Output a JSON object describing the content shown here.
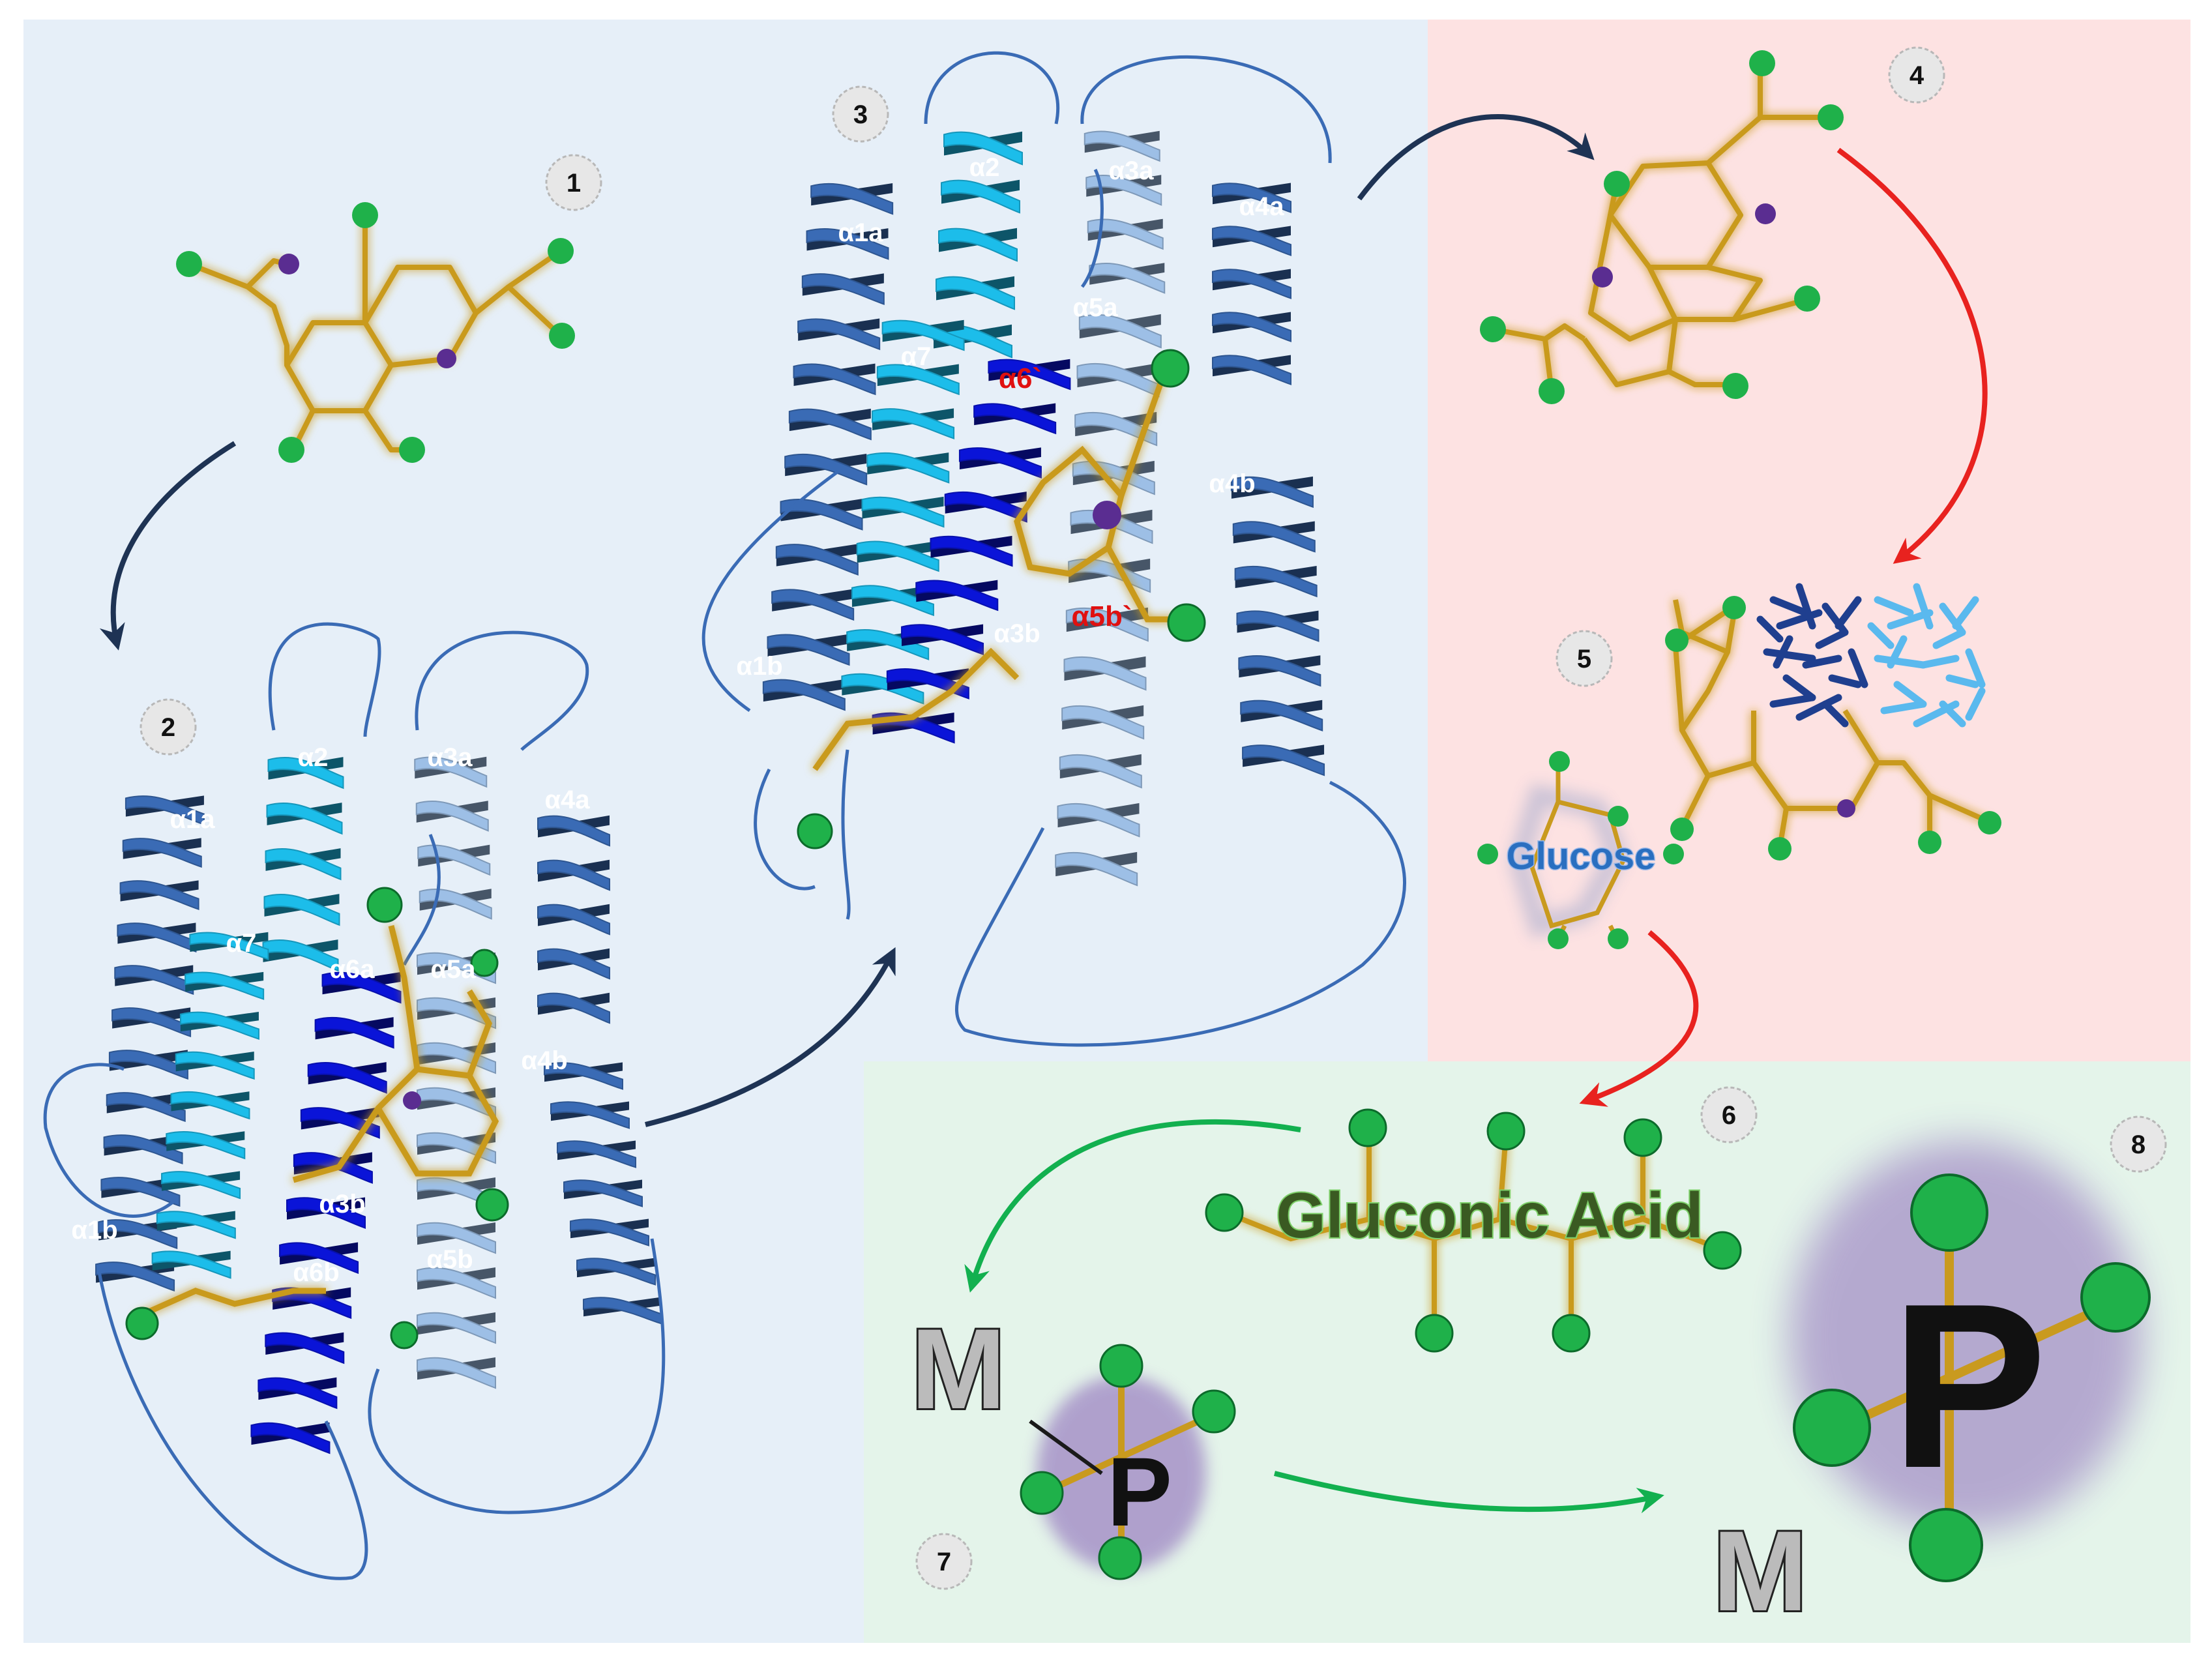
{
  "step_badges": [
    "1",
    "2",
    "3",
    "4",
    "5",
    "6",
    "7",
    "8"
  ],
  "structure_2": {
    "helix_labels": [
      "α1a",
      "α2",
      "α3a",
      "α4a",
      "α7",
      "α6a",
      "α5a",
      "α4b",
      "α3b",
      "α1b",
      "α6b",
      "α5b"
    ]
  },
  "structure_3": {
    "helix_labels": [
      "α1a",
      "α2",
      "α3a",
      "α4a",
      "α7",
      "α5a",
      "α4b",
      "α1b",
      "α3b"
    ],
    "highlight_labels": [
      "α6`",
      "α5b`"
    ]
  },
  "molecules": {
    "glucose": "Glucose",
    "gluconic_acid": "Gluconic Acid",
    "metal_small": "M",
    "phosphorus_small": "P",
    "metal_large": "M",
    "phosphorus_large": "P"
  },
  "colors": {
    "panel_blue": "#e6eff8",
    "panel_pink": "#fde2e2",
    "panel_green": "#e4f4ea",
    "arrow_dark": "#1e3354",
    "arrow_red": "#e8221f",
    "arrow_green": "#12b04f",
    "atom_green": "#1fb14a",
    "atom_purple": "#5a2d91",
    "bond_gold": "#c99a1e",
    "helix_dark": "#3a6bb5",
    "helix_cyan": "#1cbdea",
    "helix_pale": "#9dbfe6",
    "helix_royal": "#0a14d8",
    "highlight_text": "#e01010"
  }
}
